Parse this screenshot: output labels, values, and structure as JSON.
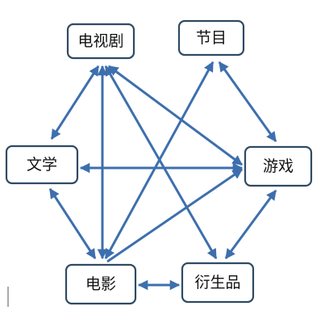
{
  "diagram": {
    "nodes": [
      {
        "id": "tv",
        "label": "电视剧"
      },
      {
        "id": "show",
        "label": "节目"
      },
      {
        "id": "lit",
        "label": "文学"
      },
      {
        "id": "game",
        "label": "游戏"
      },
      {
        "id": "film",
        "label": "电影"
      },
      {
        "id": "deriv",
        "label": "衍生品"
      }
    ],
    "edges": [
      {
        "from": "tv",
        "to": "lit",
        "bidirectional": true
      },
      {
        "from": "tv",
        "to": "film",
        "bidirectional": true
      },
      {
        "from": "tv",
        "to": "game",
        "bidirectional": true
      },
      {
        "from": "tv",
        "to": "deriv",
        "bidirectional": true
      },
      {
        "from": "show",
        "to": "game",
        "bidirectional": true
      },
      {
        "from": "show",
        "to": "film",
        "bidirectional": true
      },
      {
        "from": "lit",
        "to": "game",
        "bidirectional": true
      },
      {
        "from": "lit",
        "to": "film",
        "bidirectional": true
      },
      {
        "from": "film",
        "to": "deriv",
        "bidirectional": true
      },
      {
        "from": "game",
        "to": "deriv",
        "bidirectional": true
      },
      {
        "from": "film",
        "to": "game",
        "bidirectional": false
      }
    ],
    "colors": {
      "arrow": "#3d6fae",
      "box_border": "#2f4a63"
    }
  }
}
